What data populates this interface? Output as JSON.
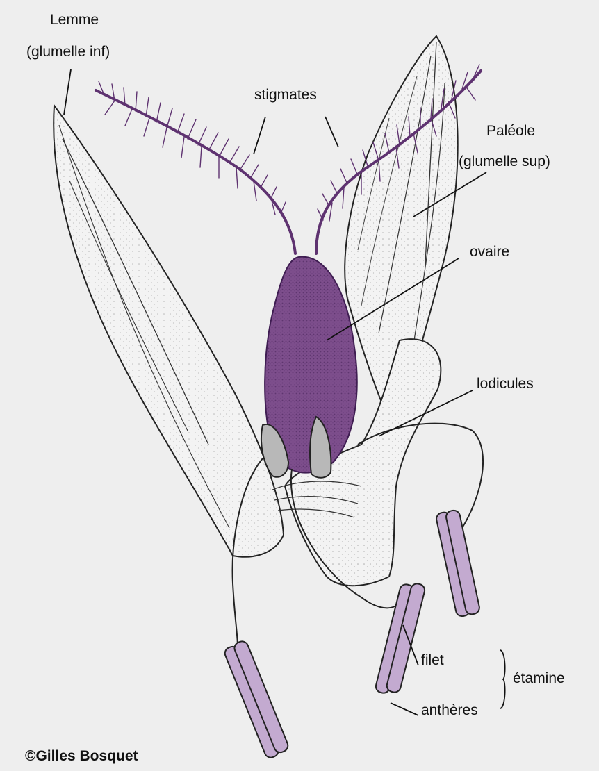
{
  "labels": {
    "lemme_line1": "Lemme",
    "lemme_line2": "(glumelle inf)",
    "stigmates": "stigmates",
    "paleole_line1": "Paléole",
    "paleole_line2": "(glumelle sup)",
    "ovaire": "ovaire",
    "lodicules": "lodicules",
    "filet": "filet",
    "etamine": "étamine",
    "antheres": "anthères"
  },
  "credit": "©Gilles Bosquet",
  "colors": {
    "background": "#eeeeee",
    "pistil": "#7d4e8c",
    "pistil_dark": "#5e3270",
    "stamen": "#c3aad0",
    "bract_fill": "#f3f3f3",
    "lodicule": "#b8b8b8",
    "ink": "#111111"
  }
}
